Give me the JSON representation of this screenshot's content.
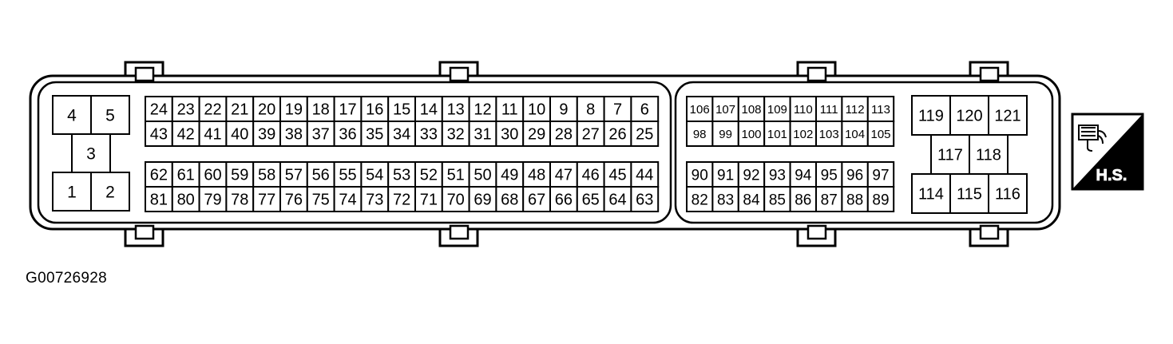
{
  "figure_id": "G00726928",
  "badge_text": "H.S.",
  "badge_icon": "connector-harness-icon",
  "colors": {
    "line": "#000000",
    "background": "#ffffff"
  },
  "pins": {
    "left_block": [
      "4",
      "5",
      "3",
      "1",
      "2"
    ],
    "block_a_row1": [
      "24",
      "23",
      "22",
      "21",
      "20",
      "19",
      "18",
      "17",
      "16",
      "15",
      "14",
      "13",
      "12",
      "11",
      "10",
      "9",
      "8",
      "7",
      "6"
    ],
    "block_a_row2": [
      "43",
      "42",
      "41",
      "40",
      "39",
      "38",
      "37",
      "36",
      "35",
      "34",
      "33",
      "32",
      "31",
      "30",
      "29",
      "28",
      "27",
      "26",
      "25"
    ],
    "block_b_row1": [
      "62",
      "61",
      "60",
      "59",
      "58",
      "57",
      "56",
      "55",
      "54",
      "53",
      "52",
      "51",
      "50",
      "49",
      "48",
      "47",
      "46",
      "45",
      "44"
    ],
    "block_b_row2": [
      "81",
      "80",
      "79",
      "78",
      "77",
      "76",
      "75",
      "74",
      "73",
      "72",
      "71",
      "70",
      "69",
      "68",
      "67",
      "66",
      "65",
      "64",
      "63"
    ],
    "block_c_row1": [
      "106",
      "107",
      "108",
      "109",
      "110",
      "111",
      "112",
      "113"
    ],
    "block_c_row2": [
      "98",
      "99",
      "100",
      "101",
      "102",
      "103",
      "104",
      "105"
    ],
    "block_d_row1": [
      "90",
      "91",
      "92",
      "93",
      "94",
      "95",
      "96",
      "97"
    ],
    "block_d_row2": [
      "82",
      "83",
      "84",
      "85",
      "86",
      "87",
      "88",
      "89"
    ],
    "right_block_top": [
      "119",
      "120",
      "121"
    ],
    "right_block_mid": [
      "117",
      "118"
    ],
    "right_block_bottom": [
      "114",
      "115",
      "116"
    ]
  }
}
